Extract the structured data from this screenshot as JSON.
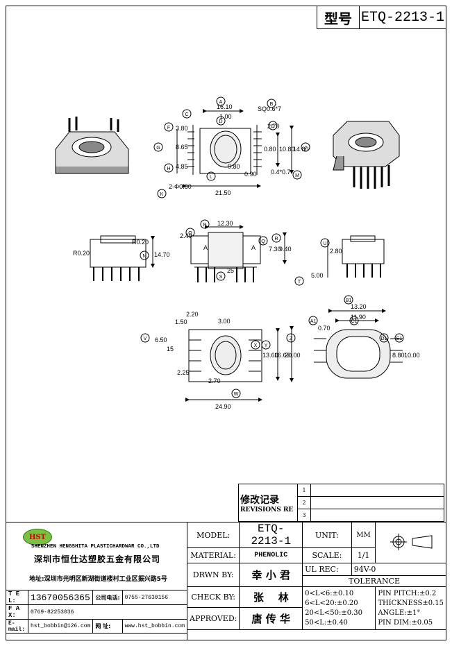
{
  "title": {
    "label": "型号",
    "model": "ETQ-2213-1"
  },
  "dimensions": {
    "top_view": [
      "16.10",
      "1.00",
      "SQ0.6*7",
      "3.80",
      "2.70",
      "8.65",
      "10.80",
      "14.80",
      "0.80",
      "4.85",
      "0.80",
      "0.90",
      "0.4*0.7",
      "2-Φ0.80",
      "21.50"
    ],
    "front_view": [
      "12.30",
      "2.40",
      "7.30",
      "9.40",
      "14.70",
      "R0.20",
      "R0.20",
      "A",
      "A",
      "25"
    ],
    "side_view": [
      "2.80",
      "5.00"
    ],
    "bottom_view": [
      "2.20",
      "1.50",
      "3.00",
      "6.50",
      "15",
      "13.60",
      "16.60",
      "20.00",
      "2.25",
      "2.70",
      "24.90"
    ],
    "section_view": [
      "13.20",
      "11.90",
      "0.70",
      "8.80",
      "10.00"
    ],
    "circled": [
      "A",
      "B",
      "C",
      "D",
      "E",
      "F",
      "G",
      "H",
      "K",
      "L",
      "M",
      "J",
      "O",
      "P",
      "Q",
      "R",
      "N",
      "S",
      "U",
      "T",
      "V",
      "W",
      "X",
      "Y",
      "Z",
      "A1",
      "B1",
      "C1",
      "D1",
      "E1"
    ]
  },
  "revisions": {
    "title_cn": "修改记录",
    "title_en": "REVISIONS RE",
    "marks": [
      "1",
      "2",
      "3"
    ]
  },
  "company": {
    "logo_text": "HST",
    "name_en": "SHENZHEN HENGSHITA PLASTICHARDWAR CO.,LTD",
    "name_cn": "深圳市恒仕达塑胶五金有限公司",
    "address_label": "地址:",
    "address": "深圳市光明区新湖街道楼村工业区振兴路5号",
    "tel_label": "T E L:",
    "tel": "13670056365",
    "company_tel_label": "公司电话:",
    "company_tel": "0755-27630156",
    "fax_label": "F A X:",
    "fax": "0769-82253036",
    "email_label": "E-mail:",
    "email": "hst_bobbin@126.com",
    "web_label": "网 址:",
    "web": "www.hst_bobbin.com"
  },
  "spec": {
    "model_label": "MODEL:",
    "model": "ETQ-2213-1",
    "material_label": "MATERIAL:",
    "material": "PHENOLIC",
    "drawn_label": "DRWN BY:",
    "drawn": "幸 小 君",
    "check_label": "CHECK BY:",
    "check": "张    林",
    "approved_label": "APPROVED:",
    "approved": "唐 传 华",
    "unit_label": "UNIT:",
    "unit": "MM",
    "scale_label": "SCALE:",
    "scale": "1/1",
    "ul_label": "UL REC:",
    "ul": "94V-0",
    "tolerance_label": "TOLERANCE",
    "tol_left": [
      "0<L<6:±0.10",
      "6<L<20:±0.20",
      "20<L<50:±0.30",
      "50<L:±0.40"
    ],
    "tol_right": [
      "PIN PITCH:±0.2",
      "THICKNESS±0.15",
      "ANGLE:±1°",
      "PIN DIM:±0.05"
    ]
  }
}
